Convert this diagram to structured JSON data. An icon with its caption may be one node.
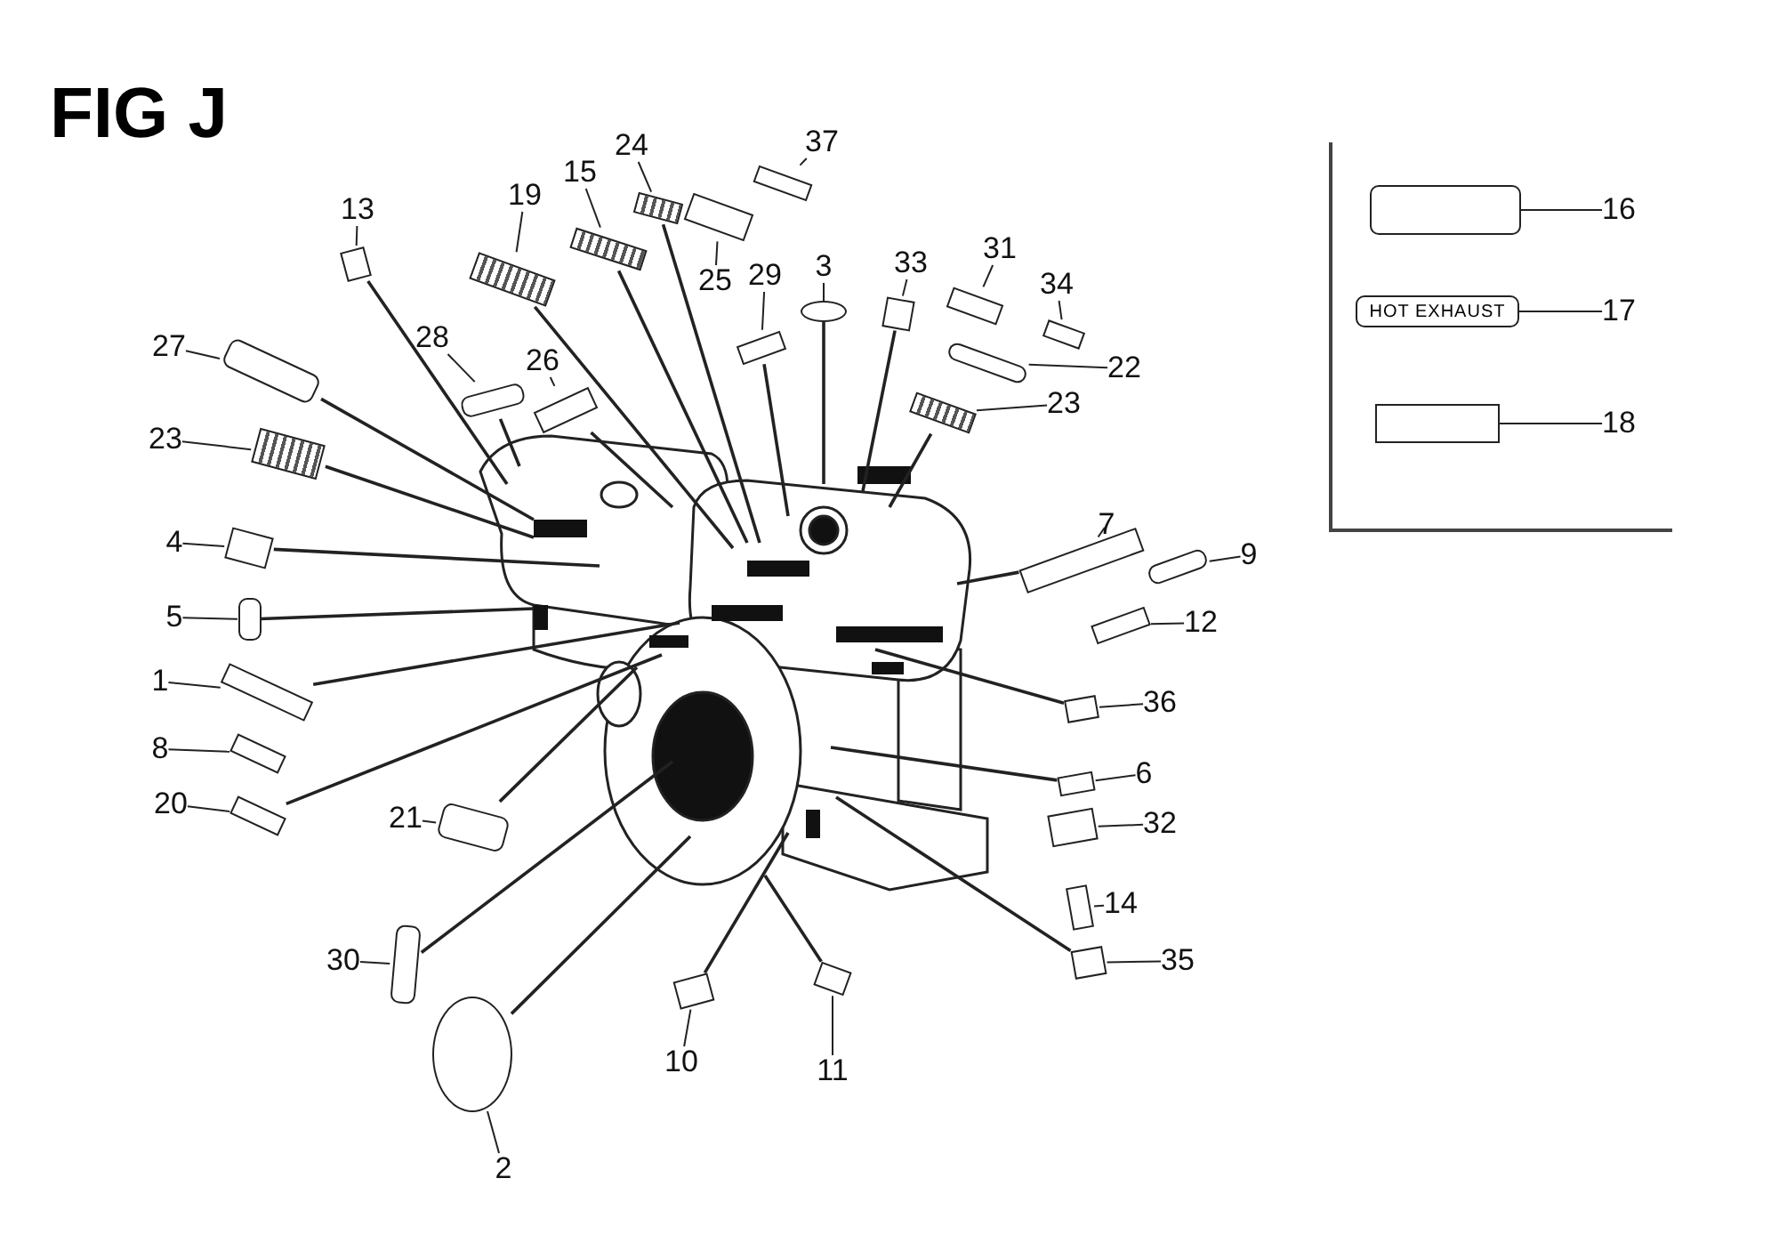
{
  "diagram": {
    "title": "FIG J",
    "nodes": [
      {
        "text": [
          "13"
        ]
      },
      {
        "text": [],
        "shape": "box"
      },
      {
        "text": [
          "27"
        ]
      },
      {
        "text": [],
        "shape": "box"
      },
      {
        "text": [
          "23"
        ]
      },
      {
        "text": [],
        "shape": "box"
      },
      {
        "text": [
          "28"
        ]
      },
      {
        "text": [],
        "shape": "box"
      },
      {
        "text": [
          "26"
        ]
      },
      {
        "text": [],
        "shape": "box"
      },
      {
        "text": [
          "19"
        ]
      },
      {
        "text": [],
        "shape": "box"
      },
      {
        "text": [
          "15"
        ]
      },
      {
        "text": [],
        "shape": "box"
      },
      {
        "text": [
          "24"
        ]
      },
      {
        "text": [],
        "shape": "box"
      },
      {
        "text": [
          "25"
        ]
      },
      {
        "text": [],
        "shape": "box"
      },
      {
        "text": [
          "37"
        ]
      },
      {
        "text": [],
        "shape": "box"
      },
      {
        "text": [
          "29"
        ]
      },
      {
        "text": [],
        "shape": "box"
      },
      {
        "text": [
          "3"
        ]
      },
      {
        "text": [],
        "shape": "circle"
      },
      {
        "text": [
          "33"
        ]
      },
      {
        "text": [],
        "shape": "box"
      },
      {
        "text": [
          "31"
        ]
      },
      {
        "text": [],
        "shape": "box"
      },
      {
        "text": [
          "34"
        ]
      },
      {
        "text": [],
        "shape": "box"
      },
      {
        "text": [
          "22"
        ]
      },
      {
        "text": [],
        "shape": "box"
      },
      {
        "text": [
          "23"
        ]
      },
      {
        "text": [],
        "shape": "box"
      },
      {
        "text": [
          "7"
        ]
      },
      {
        "text": [],
        "shape": "box"
      },
      {
        "text": [
          "9"
        ]
      },
      {
        "text": [],
        "shape": "box"
      },
      {
        "text": [
          "12"
        ]
      },
      {
        "text": [],
        "shape": "box"
      },
      {
        "text": [
          "4"
        ]
      },
      {
        "text": [],
        "shape": "box"
      },
      {
        "text": [
          "5"
        ]
      },
      {
        "text": [],
        "shape": "box"
      },
      {
        "text": [
          "1"
        ]
      },
      {
        "text": [],
        "shape": "box"
      },
      {
        "text": [
          "8"
        ]
      },
      {
        "text": [],
        "shape": "box"
      },
      {
        "text": [
          "20"
        ]
      },
      {
        "text": [],
        "shape": "box"
      },
      {
        "text": [
          "21"
        ]
      },
      {
        "text": [],
        "shape": "box"
      },
      {
        "text": [
          "36"
        ]
      },
      {
        "text": [],
        "shape": "box"
      },
      {
        "text": [
          "6"
        ]
      },
      {
        "text": [],
        "shape": "box"
      },
      {
        "text": [
          "32"
        ]
      },
      {
        "text": [],
        "shape": "box"
      },
      {
        "text": [
          "14"
        ]
      },
      {
        "text": [],
        "shape": "box"
      },
      {
        "text": [
          "35"
        ]
      },
      {
        "text": [],
        "shape": "box"
      },
      {
        "text": [
          "30"
        ]
      },
      {
        "text": [],
        "shape": "box"
      },
      {
        "text": [
          "2"
        ]
      },
      {
        "text": [],
        "shape": "circle"
      },
      {
        "text": [
          "10"
        ]
      },
      {
        "text": [],
        "shape": "box"
      },
      {
        "text": [
          "11"
        ]
      },
      {
        "text": [],
        "shape": "box"
      },
      {
        "text": [
          "16"
        ]
      },
      {
        "text": [],
        "shape": "box"
      },
      {
        "text": [
          "17"
        ]
      },
      {
        "text": [
          "HOT EXHAUST"
        ]
      },
      {
        "text": [
          "18"
        ]
      },
      {
        "text": [],
        "shape": "box"
      }
    ],
    "edges": [
      {
        "from": 0,
        "to": 1,
        "arrow": "none"
      },
      {
        "from": 1,
        "to": null,
        "arrow": "none"
      },
      {
        "from": 2,
        "to": 3,
        "arrow": "none"
      },
      {
        "from": 3,
        "to": null,
        "arrow": "none"
      },
      {
        "from": 4,
        "to": 5,
        "arrow": "none"
      },
      {
        "from": 5,
        "to": null,
        "arrow": "none"
      },
      {
        "from": 6,
        "to": 7,
        "arrow": "none"
      },
      {
        "from": 7,
        "to": null,
        "arrow": "none"
      },
      {
        "from": 8,
        "to": 9,
        "arrow": "none"
      },
      {
        "from": 9,
        "to": null,
        "arrow": "none"
      },
      {
        "from": 10,
        "to": 11,
        "arrow": "none"
      },
      {
        "from": 11,
        "to": null,
        "arrow": "none"
      },
      {
        "from": 12,
        "to": 13,
        "arrow": "none"
      },
      {
        "from": 13,
        "to": null,
        "arrow": "none"
      },
      {
        "from": 14,
        "to": 15,
        "arrow": "none"
      },
      {
        "from": 15,
        "to": null,
        "arrow": "none"
      },
      {
        "from": 16,
        "to": 17,
        "arrow": "none"
      },
      {
        "from": 18,
        "to": 19,
        "arrow": "none"
      },
      {
        "from": 20,
        "to": 21,
        "arrow": "none"
      },
      {
        "from": 21,
        "to": null,
        "arrow": "none"
      },
      {
        "from": 22,
        "to": 23,
        "arrow": "none"
      },
      {
        "from": 23,
        "to": null,
        "arrow": "none"
      },
      {
        "from": 24,
        "to": 25,
        "arrow": "none"
      },
      {
        "from": 25,
        "to": null,
        "arrow": "none"
      },
      {
        "from": 26,
        "to": 27,
        "arrow": "none"
      },
      {
        "from": 28,
        "to": 29,
        "arrow": "none"
      },
      {
        "from": 30,
        "to": 31,
        "arrow": "none"
      },
      {
        "from": 32,
        "to": 33,
        "arrow": "none"
      },
      {
        "from": 33,
        "to": null,
        "arrow": "none"
      },
      {
        "from": 34,
        "to": 35,
        "arrow": "none"
      },
      {
        "from": 35,
        "to": null,
        "arrow": "none"
      },
      {
        "from": 36,
        "to": 37,
        "arrow": "none"
      },
      {
        "from": 38,
        "to": 39,
        "arrow": "none"
      },
      {
        "from": 40,
        "to": 41,
        "arrow": "none"
      },
      {
        "from": 41,
        "to": null,
        "arrow": "none"
      },
      {
        "from": 42,
        "to": 43,
        "arrow": "none"
      },
      {
        "from": 43,
        "to": null,
        "arrow": "none"
      },
      {
        "from": 44,
        "to": 45,
        "arrow": "none"
      },
      {
        "from": 45,
        "to": null,
        "arrow": "none"
      },
      {
        "from": 46,
        "to": 47,
        "arrow": "none"
      },
      {
        "from": 48,
        "to": 49,
        "arrow": "none"
      },
      {
        "from": 49,
        "to": null,
        "arrow": "none"
      },
      {
        "from": 50,
        "to": 51,
        "arrow": "none"
      },
      {
        "from": 51,
        "to": null,
        "arrow": "none"
      },
      {
        "from": 52,
        "to": 53,
        "arrow": "none"
      },
      {
        "from": 53,
        "to": null,
        "arrow": "none"
      },
      {
        "from": 54,
        "to": 55,
        "arrow": "none"
      },
      {
        "from": 55,
        "to": null,
        "arrow": "none"
      },
      {
        "from": 56,
        "to": 57,
        "arrow": "none"
      },
      {
        "from": 58,
        "to": 59,
        "arrow": "none"
      },
      {
        "from": 60,
        "to": 61,
        "arrow": "none"
      },
      {
        "from": 61,
        "to": null,
        "arrow": "none"
      },
      {
        "from": 62,
        "to": 63,
        "arrow": "none"
      },
      {
        "from": 63,
        "to": null,
        "arrow": "none"
      },
      {
        "from": 64,
        "to": 65,
        "arrow": "none"
      },
      {
        "from": 65,
        "to": null,
        "arrow": "none"
      },
      {
        "from": 66,
        "to": 67,
        "arrow": "none"
      },
      {
        "from": 67,
        "to": null,
        "arrow": "none"
      },
      {
        "from": 68,
        "to": 69,
        "arrow": "none"
      },
      {
        "from": 69,
        "to": null,
        "arrow": "none"
      },
      {
        "from": 70,
        "to": 71,
        "arrow": "none"
      },
      {
        "from": 72,
        "to": 73,
        "arrow": "none"
      },
      {
        "from": 74,
        "to": 75,
        "arrow": "none"
      }
    ]
  }
}
